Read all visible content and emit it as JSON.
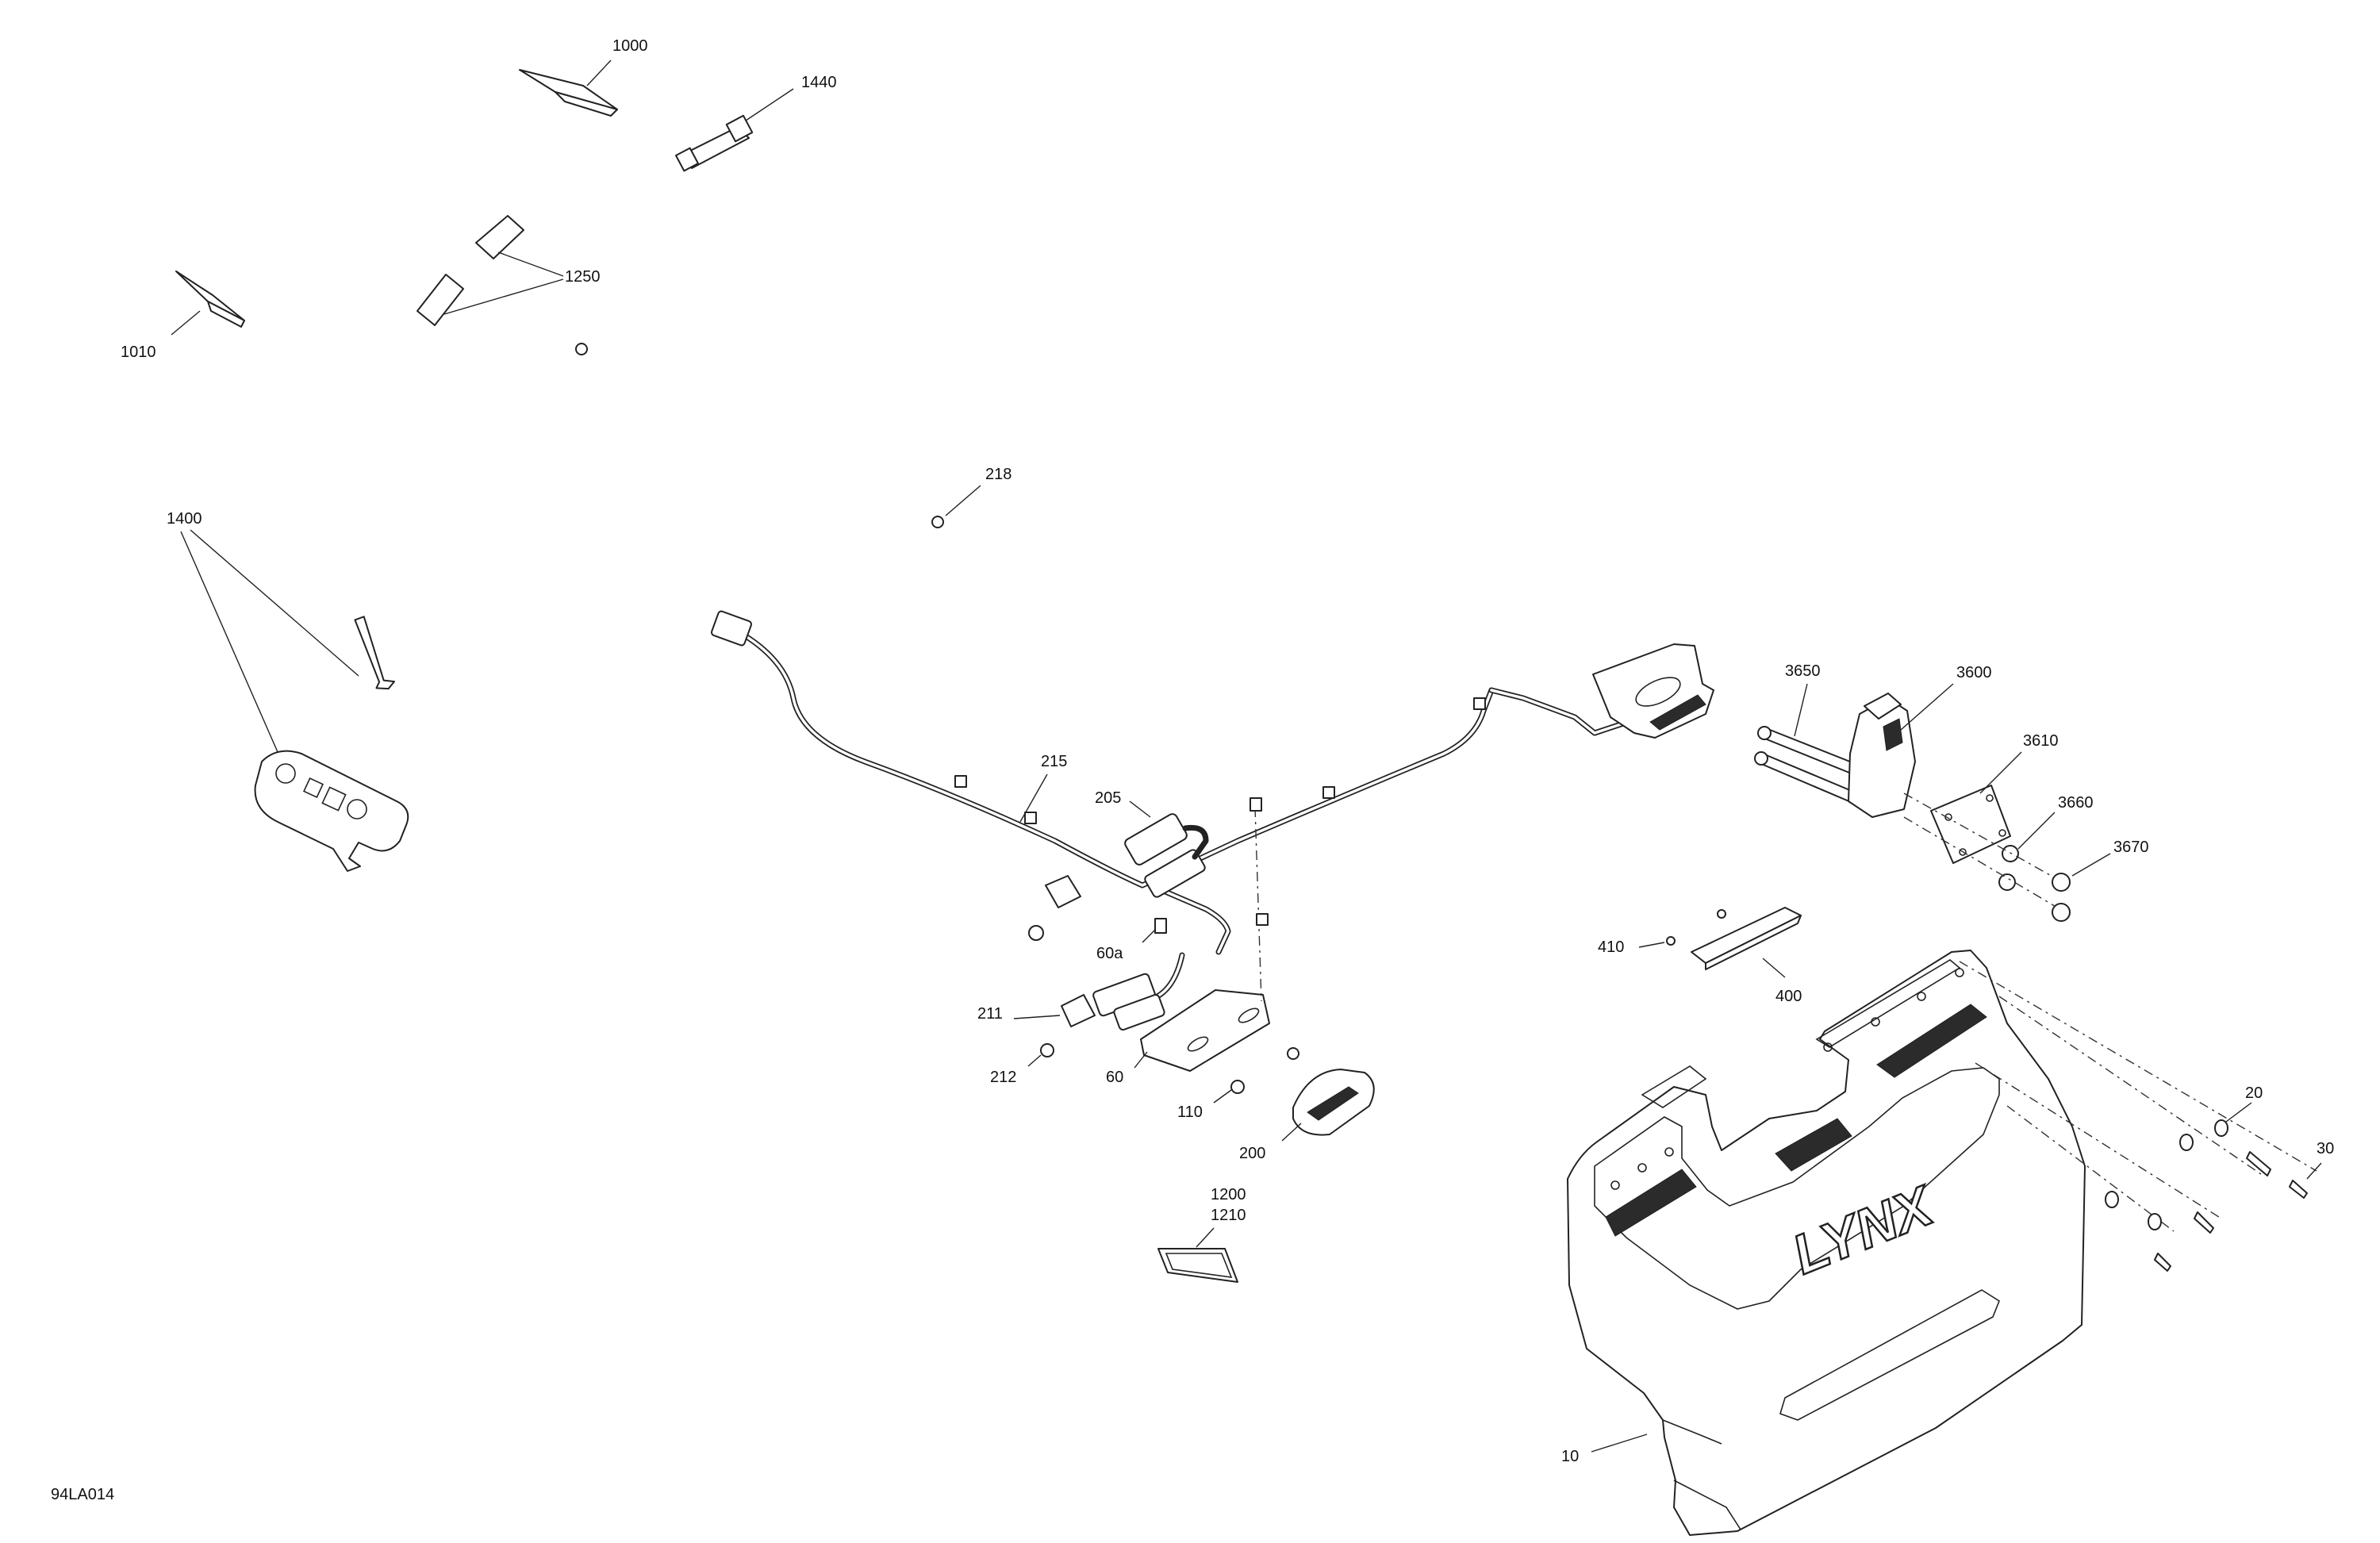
{
  "diagram_code": "94LA014",
  "callouts": {
    "c1000": "1000",
    "c1440": "1440",
    "c1250": "1250",
    "c1010": "1010",
    "c218": "218",
    "c1400": "1400",
    "c215": "215",
    "c205": "205",
    "c60a": "60a",
    "c211": "211",
    "c212": "212",
    "c60": "60",
    "c110": "110",
    "c200": "200",
    "c1200": "1200",
    "c1210": "1210",
    "c3650": "3650",
    "c3600": "3600",
    "c3610": "3610",
    "c3660": "3660",
    "c3670": "3670",
    "c410": "410",
    "c400": "400",
    "c20": "20",
    "c30": "30",
    "c10": "10"
  },
  "logo_text": "LYNX"
}
